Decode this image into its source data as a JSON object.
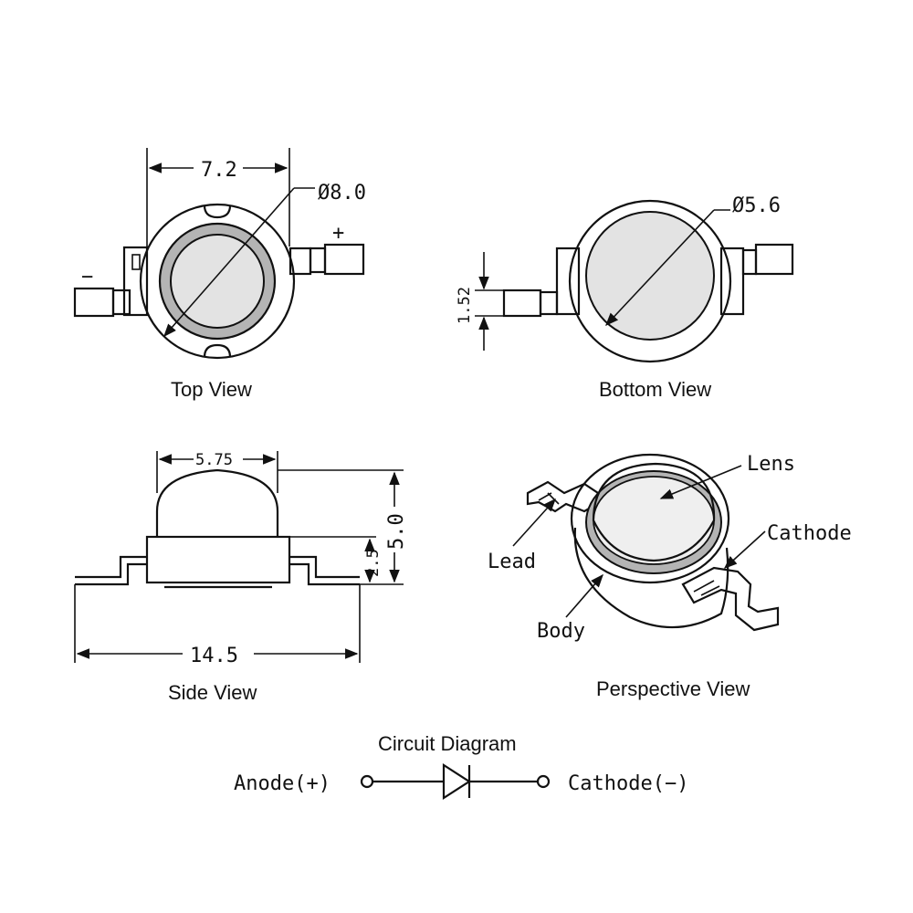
{
  "views": {
    "top": {
      "title": "Top View",
      "width_dim": "7.2",
      "diameter_dim": "Ø8.0",
      "plus": "+",
      "minus": "−"
    },
    "bottom": {
      "title": "Bottom View",
      "diameter_dim": "Ø5.6",
      "lead_dim": "1.52"
    },
    "side": {
      "title": "Side View",
      "lens_dim": "5.75",
      "height_dim": "5.0",
      "body_dim": "2.5",
      "length_dim": "14.5"
    },
    "perspective": {
      "title": "Perspective View",
      "lens": "Lens",
      "cathode": "Cathode",
      "lead": "Lead",
      "body": "Body"
    }
  },
  "circuit": {
    "title": "Circuit Diagram",
    "anode": "Anode(+)",
    "cathode": "Cathode(−)"
  },
  "colors": {
    "lens_gray": "#b4b4b4",
    "lens_fill": "#e3e3e3",
    "lead_fill": "#d9d9d9",
    "body_fill": "#eeeeee"
  }
}
